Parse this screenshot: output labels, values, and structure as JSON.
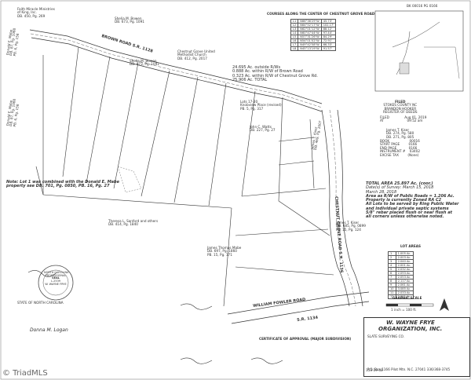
{
  "book_page": "BK 00016 PG 0166",
  "parcels": {
    "faith_mills": [
      "Faith Miracle Ministries",
      "of King, Inc.",
      "DB. 450, Pg. 269"
    ],
    "donald_mabe_top": [
      "Donald E. Mabe",
      "DB. 87, Pg. 1088",
      "PB. 6, Pg. 158"
    ],
    "donald_mabe_left": [
      "Donald E. Mabe",
      "DB. 87, Pg. 1088",
      "PB. 6, Pg. 158"
    ],
    "shelia_bowen": [
      "Shelia M. Bowen",
      "DB. 673, Pg. 1091"
    ],
    "shelia_bowen2": [
      "Shelia M. Bowen",
      "DB. 673, Pg. 1091"
    ],
    "chestnut_church": [
      "Chestnut Grove United",
      "Methodist Church",
      "DB. 412, Pg. 2017"
    ],
    "knobview": [
      "Lots 17-20",
      "Knobview Place (revised)",
      "PB. 5, Pg. 317"
    ],
    "john_watts": [
      "John C. Watts",
      "DB. 227, Pg. 27"
    ],
    "james_kiser_a": [
      "James T. Kiser",
      "DB. 274, Pg. 580",
      "DB. 271, Pg. 805"
    ],
    "james_kiser_b": [
      "James T. Kiser",
      "DB. 469, Pg. 2007"
    ],
    "james_kiser_c": [
      "James T. Kiser",
      "DB. 685, Pg. 0899",
      "PB. 15, Pg. 124"
    ],
    "theresa_sanford": [
      "Theresa L. Sanford and others",
      "DB. 414, Pg. 1840"
    ],
    "james_mabe": [
      "James Thomas Mabe",
      "DB. 697, Pg. 1860",
      "PB. 15, Pg. 171"
    ]
  },
  "roads": {
    "brown_road": "BROWN ROAD S.R. 1128",
    "chestnut_grove": "CHESTNUT GROVE ROAD S.R. 1136",
    "william_fowler": "WILLIAM FOWLER ROAD",
    "sr1134": "S.R. 1134"
  },
  "acreage": [
    "24.695 Ac. outside R/Ws",
    "0.888 Ac. within R/W of Brown Road",
    "0.323 Ac. within R/W of Chestnut Grove Rd.",
    "25.906 Ac. TOTAL"
  ],
  "chestnut_table_title": "COURSES ALONG THE CENTER OF CHESTNUT GROVE ROAD",
  "chestnut_table_rows": [
    [
      "L1",
      "N66°36'29\"W",
      "45.73'"
    ],
    [
      "L2",
      "N64°52'17\"W",
      "102.17'"
    ],
    [
      "L3",
      "N62°01'12\"W",
      "88.12'"
    ],
    [
      "L4",
      "N60°47'44\"W",
      "97.44'"
    ],
    [
      "L5",
      "N57°31'26\"W",
      "84.29'"
    ],
    [
      "L6",
      "N54°01'02\"W",
      "72.91'"
    ],
    [
      "L7",
      "N49°42'58\"W",
      "66.33'"
    ],
    [
      "L8",
      "N45°13'19\"W",
      "91.57'"
    ]
  ],
  "note_lot1": "Note: Lot 1 was combined with the Donald E. Mabe property see DB. 701, Pg. 0850, PB. 16, Pg. 27",
  "filed": {
    "title": "FILED",
    "county": "STOKES COUNTY NC",
    "register": "BRANDON HOOKER",
    "register_title": "REGISTER OF DEEDS",
    "filed_label": "FILED",
    "filed_value": "Aug 01, 2019",
    "at_label": "AT",
    "at_value": "09:52 am",
    "book_label": "BOOK",
    "book_value": "00016",
    "start_label": "START PAGE",
    "start_value": "0166",
    "end_label": "END PAGE",
    "end_value": "0166",
    "instrument_label": "INSTRUMENT #",
    "instrument_value": "03402",
    "excise_label": "EXCISE TAX",
    "excise_value": "(None)"
  },
  "survey_notes": [
    "TOTAL AREA  25.897 Ac. (coor.)",
    "Date(s) of Survey:  March 15, 2018",
    "                    March 28, 2018",
    "Area as R/W of Public Roads = 1.206 Ac.",
    "Property is currently Zoned  RA C2",
    "All Lots to be served by Ring Public Water",
    "and individual private septic systems",
    "5/8\" rebar placed flush or near flush at",
    "all corners unless otherwise noted."
  ],
  "lot_areas_title": "LOT AREAS",
  "lot_areas": [
    [
      "1",
      "1.005 Ac."
    ],
    [
      "2",
      "2.003 Ac."
    ],
    [
      "3",
      "2.040 Ac."
    ],
    [
      "4",
      "2.001 Ac."
    ],
    [
      "5",
      "2.032 Ac."
    ],
    [
      "6",
      "2.093 Ac."
    ],
    [
      "7",
      "2.053 Ac."
    ],
    [
      "8",
      "2.117 Ac."
    ],
    [
      "9",
      "2.061 Ac."
    ],
    [
      "10",
      "3.085 Ac."
    ],
    [
      "11",
      "2.033 Ac."
    ],
    [
      "12",
      "2.091 Ac."
    ]
  ],
  "graphic_scale": "GRAPHIC SCALE",
  "scale_text": "1 inch = 100 ft.",
  "title_block": {
    "firm": "W. WAYNE FRYE",
    "org": "ORGANIZATION, INC.",
    "sub": "SLATE SURVEYING CO.",
    "address": "P.O. Box 1166  Pilot Mtn. N.C. 27041  336/368-3745",
    "drawing_no": "153-19-38"
  },
  "certificate_of_approval": "CERTIFICATE OF APPROVAL (MAJOR SUBDIVISION)",
  "seal_text": [
    "NORTH CAROLINA",
    "PROFESSIONAL",
    "SEAL",
    "L-2539",
    "W. WAYNE FRYE"
  ],
  "county_label": "STATE OF NORTH CAROLINA",
  "notary_signature": "Donna M. Logan",
  "watermark": "© TriadMLS"
}
